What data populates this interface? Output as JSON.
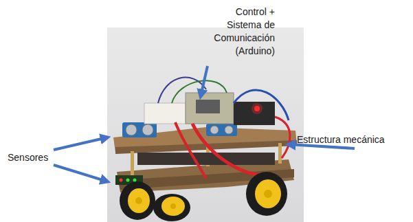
{
  "diagram": {
    "labels": [
      "Control + Sistema de Comunicación (Arduino)",
      "Sensores",
      "Estructura mecánica"
    ]
  }
}
